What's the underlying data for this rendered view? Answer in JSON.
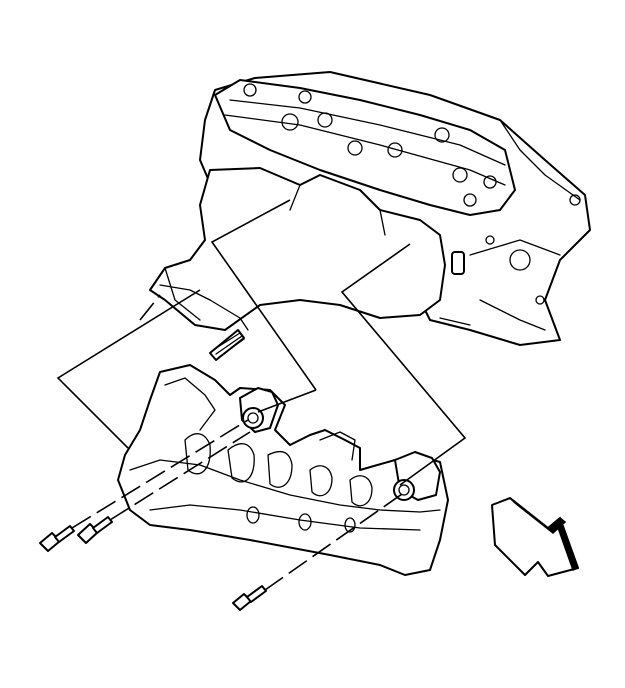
{
  "figure": {
    "background": "#ffffff",
    "ink": "#000000",
    "components": [
      {
        "id": "cylinder-head",
        "type": "engine-cylinder-head"
      },
      {
        "id": "exhaust-manifold",
        "type": "exhaust-manifold"
      },
      {
        "id": "manifold-bolts",
        "type": "bolt",
        "count": 3
      },
      {
        "id": "heat-shield-bolt",
        "type": "bolt",
        "count": 1
      },
      {
        "id": "direction-arrow",
        "type": "view-orientation-arrow",
        "icon": "arrow-down-right-icon"
      }
    ]
  }
}
